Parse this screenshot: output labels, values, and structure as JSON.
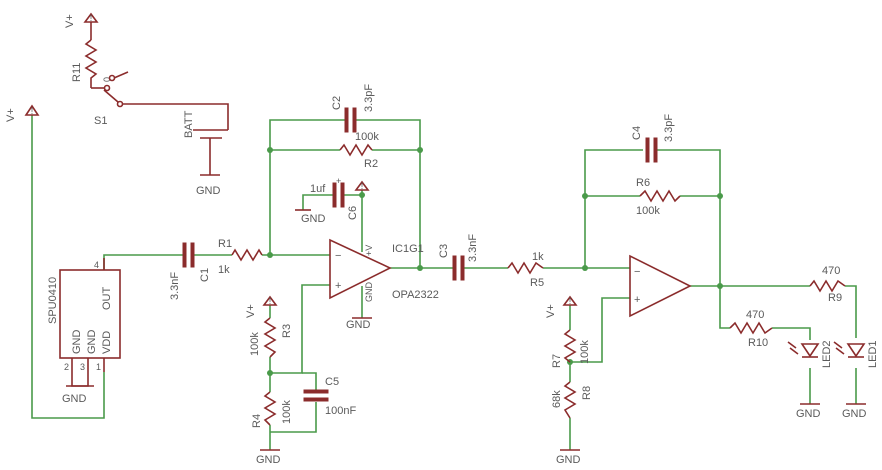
{
  "labels": {
    "v1": "V+",
    "v2": "V+",
    "v3": "V+",
    "v4": "V+",
    "v5": "V+",
    "r11": "R11",
    "s1": "S1",
    "s1_pin": "0",
    "batt": "BATT",
    "gnd_batt": "GND",
    "spu": "SPU0410",
    "spu_pin4": "4",
    "spu_out": "OUT",
    "spu_gnd1": "GND",
    "spu_gnd2": "GND",
    "spu_vdd": "VDD",
    "spu_pin2": "2",
    "spu_pin3": "3",
    "spu_pin1": "1",
    "gnd_spu": "GND",
    "c1_val": "3.3nF",
    "c1": "C1",
    "r1": "R1",
    "r1_val": "1k",
    "c2": "C2",
    "c2_val": "3.3pF",
    "r2_val": "100k",
    "r2": "R2",
    "c6_val": "1uf",
    "c6": "C6",
    "gnd_c6": "GND",
    "ic1": "IC1G1",
    "ic1_v": "+V",
    "ic1_gnd": "GND",
    "opa": "OPA2322",
    "gnd_ic1": "GND",
    "ic1_minus": "−",
    "ic1_plus": "+",
    "r3": "R3",
    "r3_val": "100k",
    "r4": "R4",
    "r4_val": "100k",
    "c5": "C5",
    "c5_val": "100nF",
    "gnd_r4": "GND",
    "c3": "C3",
    "c3_val": "3.3nF",
    "r5_val": "1k",
    "r5": "R5",
    "c4": "C4",
    "c4_val": "3.3pF",
    "r6": "R6",
    "r6_val": "100k",
    "ic2_minus": "−",
    "ic2_plus": "+",
    "r7": "R7",
    "r7_val": "100k",
    "r8": "R8",
    "r8_val": "68k",
    "gnd_r8": "GND",
    "r9_val": "470",
    "r9": "R9",
    "r10_val": "470",
    "r10": "R10",
    "led2": "LED2",
    "led1": "LED1",
    "gnd_led2": "GND",
    "gnd_led1": "GND"
  },
  "colors": {
    "wire": "#4a9a4a",
    "part": "#8b2c2c",
    "text": "#5a5a5a"
  }
}
